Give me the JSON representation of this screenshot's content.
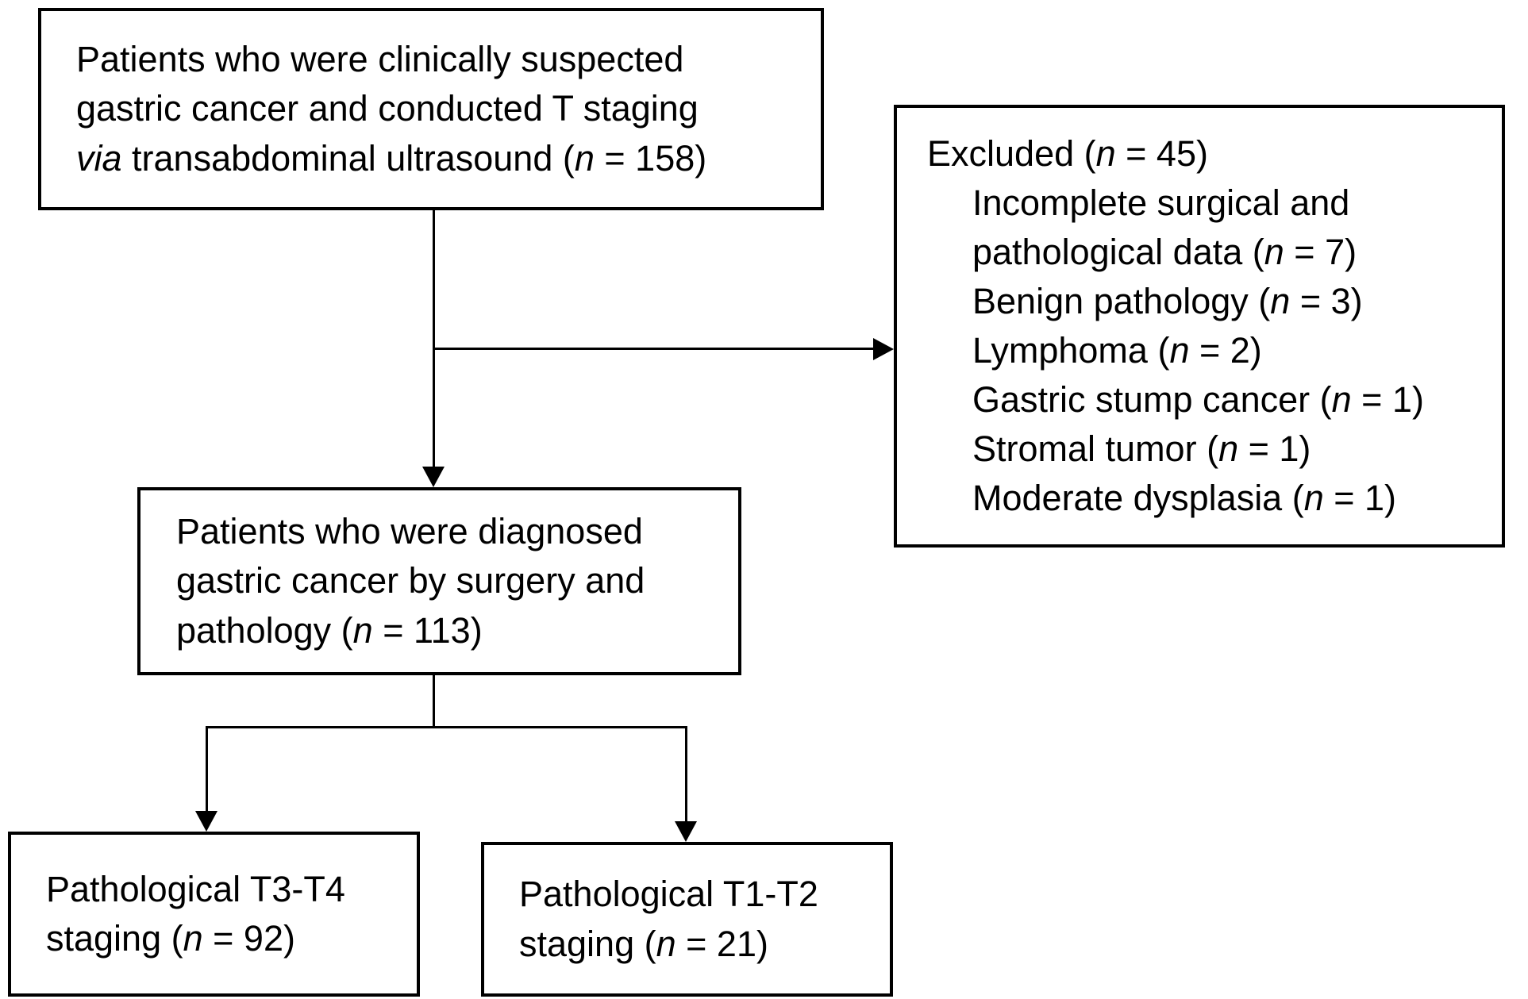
{
  "figure": {
    "background_color": "#ffffff",
    "line_color": "#000000",
    "description": "Patient selection flowchart for gastric cancer T staging study"
  },
  "boxes": {
    "suspected": {
      "lines": [
        {
          "indent": false,
          "seg": [
            {
              "t": "Patients who were clinically suspected"
            }
          ]
        },
        {
          "indent": false,
          "seg": [
            {
              "t": "gastric cancer and conducted T staging"
            }
          ]
        },
        {
          "indent": false,
          "seg": [
            {
              "t": "via",
              "i": true
            },
            {
              "t": " transabdominal ultrasound ("
            },
            {
              "t": "n",
              "i": true
            },
            {
              "t": " = 158)"
            }
          ]
        }
      ]
    },
    "excluded": {
      "lines": [
        {
          "indent": false,
          "seg": [
            {
              "t": "Excluded ("
            },
            {
              "t": "n",
              "i": true
            },
            {
              "t": " = 45)"
            }
          ]
        },
        {
          "indent": true,
          "seg": [
            {
              "t": "Incomplete surgical and"
            }
          ]
        },
        {
          "indent": true,
          "seg": [
            {
              "t": "pathological data ("
            },
            {
              "t": "n",
              "i": true
            },
            {
              "t": " = 7)"
            }
          ]
        },
        {
          "indent": true,
          "seg": [
            {
              "t": "Benign pathology ("
            },
            {
              "t": "n",
              "i": true
            },
            {
              "t": " = 3)"
            }
          ]
        },
        {
          "indent": true,
          "seg": [
            {
              "t": "Lymphoma ("
            },
            {
              "t": "n",
              "i": true
            },
            {
              "t": " = 2)"
            }
          ]
        },
        {
          "indent": true,
          "seg": [
            {
              "t": "Gastric stump cancer ("
            },
            {
              "t": "n",
              "i": true
            },
            {
              "t": " = 1)"
            }
          ]
        },
        {
          "indent": true,
          "seg": [
            {
              "t": "Stromal tumor ("
            },
            {
              "t": "n",
              "i": true
            },
            {
              "t": " = 1)"
            }
          ]
        },
        {
          "indent": true,
          "seg": [
            {
              "t": "Moderate dysplasia ("
            },
            {
              "t": "n",
              "i": true
            },
            {
              "t": " = 1)"
            }
          ]
        }
      ]
    },
    "diagnosed": {
      "lines": [
        {
          "indent": false,
          "seg": [
            {
              "t": "Patients who were diagnosed"
            }
          ]
        },
        {
          "indent": false,
          "seg": [
            {
              "t": "gastric cancer by surgery and"
            }
          ]
        },
        {
          "indent": false,
          "seg": [
            {
              "t": "pathology ("
            },
            {
              "t": "n",
              "i": true
            },
            {
              "t": " = 113)"
            }
          ]
        }
      ]
    },
    "t34": {
      "lines": [
        {
          "indent": false,
          "seg": [
            {
              "t": "Pathological T3-T4"
            }
          ]
        },
        {
          "indent": false,
          "seg": [
            {
              "t": "staging ("
            },
            {
              "t": "n",
              "i": true
            },
            {
              "t": " = 92)"
            }
          ]
        }
      ]
    },
    "t12": {
      "lines": [
        {
          "indent": false,
          "seg": [
            {
              "t": "Pathological T1-T2"
            }
          ]
        },
        {
          "indent": false,
          "seg": [
            {
              "t": "staging ("
            },
            {
              "t": "n",
              "i": true
            },
            {
              "t": " = 21)"
            }
          ]
        }
      ]
    }
  }
}
